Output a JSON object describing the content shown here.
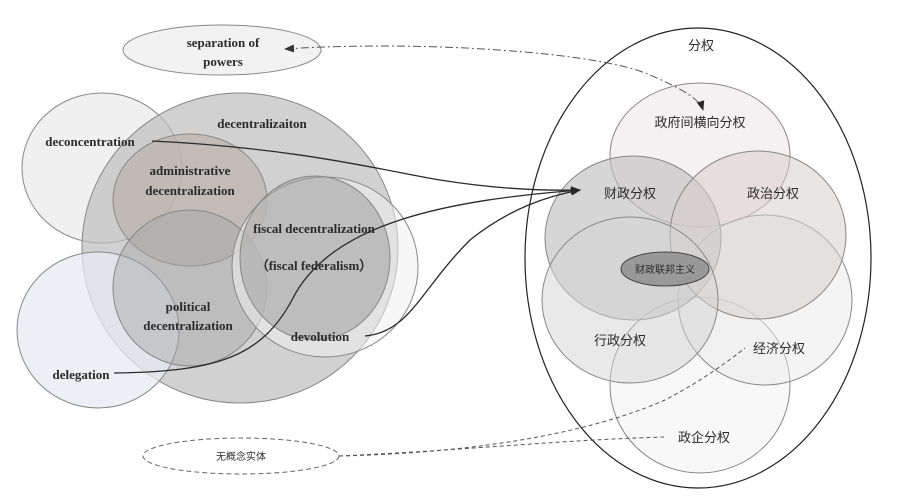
{
  "left": {
    "separation_of_powers": [
      "separation of",
      "powers"
    ],
    "decentralization": "decentralizaiton",
    "deconcentration": "deconcentration",
    "administrative": [
      "administrative",
      "decentralization"
    ],
    "fiscal": "fiscal decentralization",
    "fiscal_federalism": "（fiscal federalism）",
    "political": [
      "political",
      "decentralization"
    ],
    "devolution": "devolution",
    "delegation": "delegation"
  },
  "right": {
    "title": "分权",
    "horizontal": "政府间横向分权",
    "fiscal": "财政分权",
    "political": "政治分权",
    "federalism": "财政联邦主义",
    "administrative": "行政分权",
    "economic": "经济分权",
    "gov_enterprise": "政企分权"
  },
  "bottom": {
    "no_entity": "无概念实体"
  }
}
